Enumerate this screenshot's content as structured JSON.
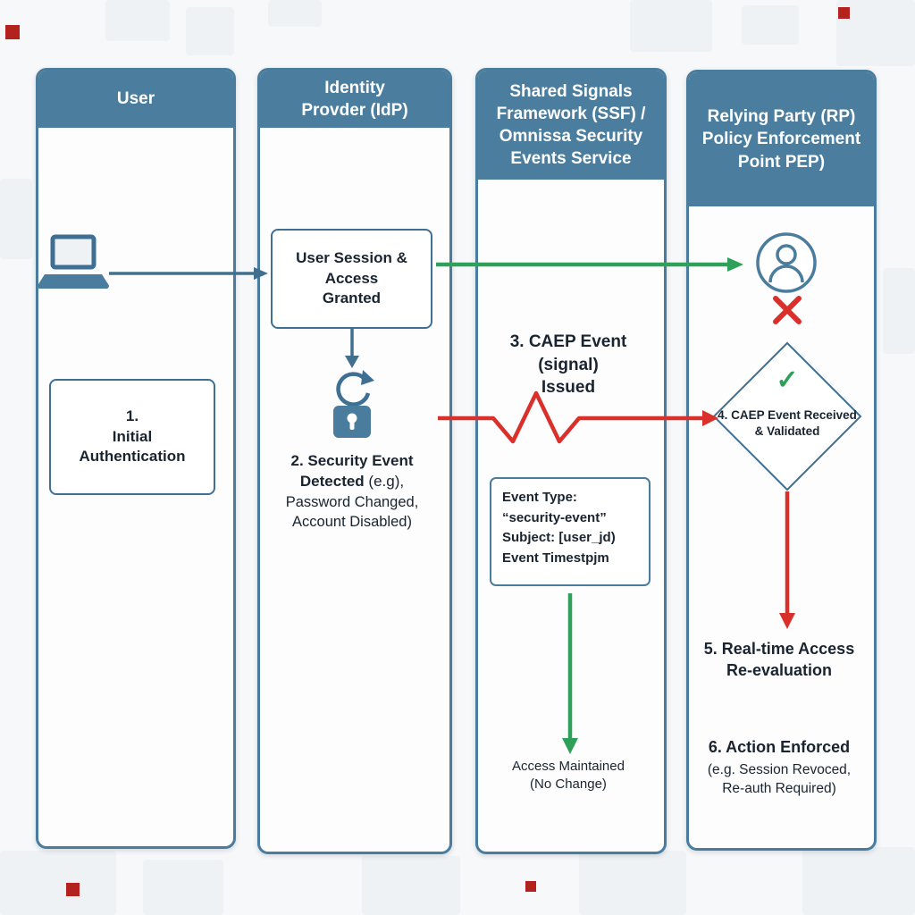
{
  "colors": {
    "header_bg": "#4b7e9e",
    "lane_border": "#4a7c9d",
    "arrow_blue": "#41708f",
    "arrow_green": "#2fa05a",
    "arrow_red": "#d9302b",
    "text": "#1a2430"
  },
  "lanes": {
    "user": {
      "title": "User"
    },
    "idp": {
      "title": "Identity\nProvder (IdP)"
    },
    "ssf": {
      "title": "Shared Signals\nFramework (SSF) /\nOmnissa Security\nEvents Service"
    },
    "rp": {
      "title": "Relying Party (RP)\nPolicy Enforcement\nPoint PEP)"
    }
  },
  "nodes": {
    "initial_auth": "1.\nInitial\nAuthentication",
    "session_granted": "User Session &\nAccess\nGranted",
    "security_event": {
      "line1": "2. Security Event",
      "line2_bold": "Detected",
      "line2_rest": " (e.g),",
      "line3": "Password Changed,",
      "line4": "Account Disabled)"
    },
    "caep_issued": "3. CAEP Event\n(signal)\nIssued",
    "event_payload": "Event Type:\n“security-event”\nSubject: [user_jd)\nEvent Timestpjm",
    "access_maintained": "Access Maintained\n(No Change)",
    "caep_received": "4. CAEP Event Received\n& Validated",
    "check_glyph": "✓",
    "reevaluation": "5. Real-time Access\nRe-evaluation",
    "action_title": "6. Action Enforced",
    "action_detail": "(e.g. Session Revoced,\nRe-auth Required)"
  }
}
